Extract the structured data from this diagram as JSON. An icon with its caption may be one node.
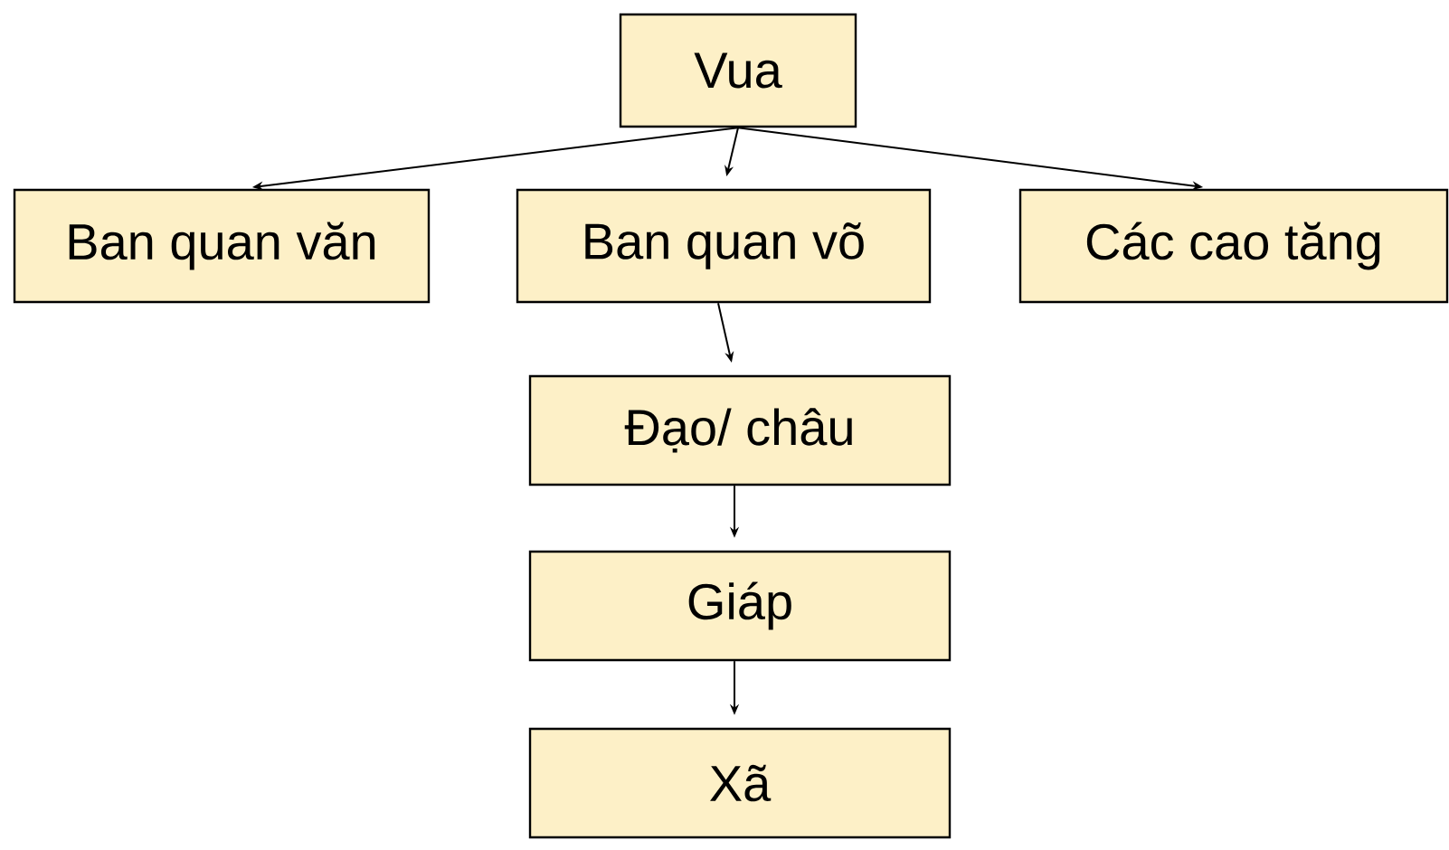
{
  "diagram": {
    "nodes": [
      {
        "text": [
          "Vua"
        ]
      },
      {
        "text": [
          "Ban quan văn"
        ]
      },
      {
        "text": [
          "Ban quan võ"
        ]
      },
      {
        "text": [
          "Các cao tăng"
        ]
      },
      {
        "text": [
          "Đạo/ châu"
        ]
      },
      {
        "text": [
          "Giáp"
        ]
      },
      {
        "text": [
          "Xã"
        ]
      }
    ],
    "edges": [
      {
        "from": 0,
        "to": 1,
        "arrow": "to"
      },
      {
        "from": 0,
        "to": 2,
        "arrow": "to"
      },
      {
        "from": 0,
        "to": 3,
        "arrow": "to"
      },
      {
        "from": 2,
        "to": 4,
        "arrow": "to"
      },
      {
        "from": 4,
        "to": 5,
        "arrow": "to"
      },
      {
        "from": 5,
        "to": 6,
        "arrow": "to"
      }
    ]
  }
}
